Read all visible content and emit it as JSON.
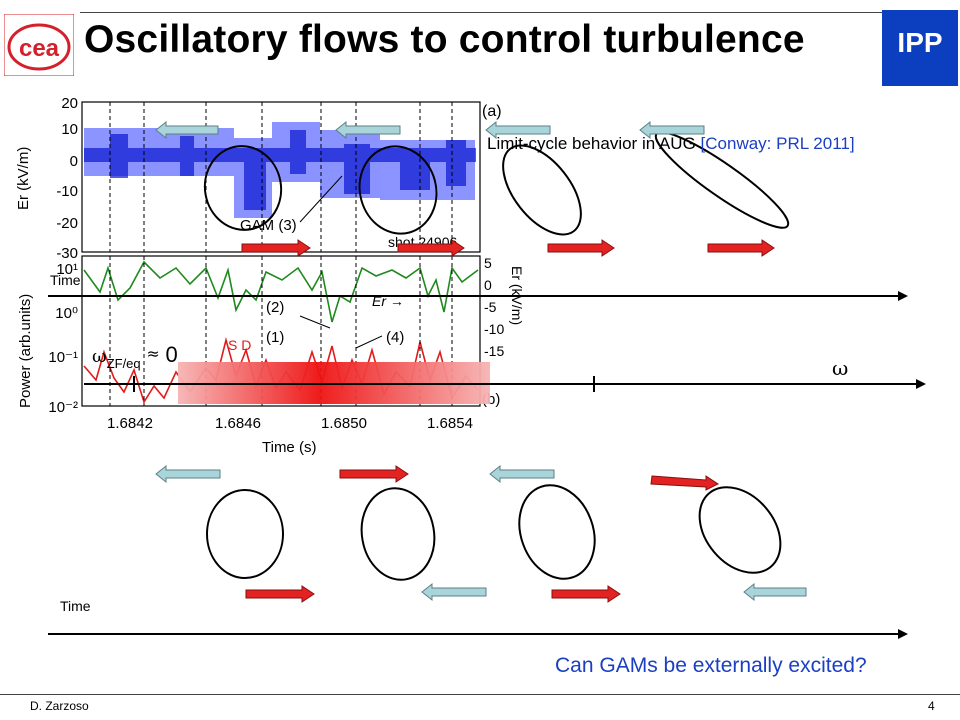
{
  "slide": {
    "title": "Oscillatory flows to control turbulence",
    "logos": {
      "left": "cea",
      "right": "IPP"
    },
    "limit_cycle": {
      "text": "Limit-cycle behavior in AUG ",
      "reference": "[Conway: PRL 2011]"
    },
    "time_label_top": "Time",
    "time_label_bottom": "Time",
    "omega_zf": {
      "symbol": "ω",
      "subscript": "ZF/eq",
      "approx": "≈",
      "value": "0"
    },
    "omega_axis_label": "ω",
    "question": "Can GAMs be externally excited?",
    "footer": {
      "author": "D. Zarzoso",
      "page": "4"
    },
    "colors": {
      "red_arrow": "#e32222",
      "blue_arrow": "#a9d4da",
      "question_text": "#1a3fc4",
      "ipp_blue": "#0b3fc0",
      "cea_red": "#d4202a"
    }
  },
  "figure": {
    "panel_a": {
      "panel_label": "(a)",
      "y_axis_label": "Er (kV/m)",
      "y_ticks": [
        "20",
        "10",
        "0",
        "-10",
        "-20",
        "-30"
      ],
      "annotation_gam": "GAM (3)",
      "annotation_shot": "shot 24906"
    },
    "panel_b": {
      "y_axis_label": "Power (arb.units)",
      "y_ticks": [
        "10¹",
        "10⁰",
        "10⁻¹",
        "10⁻²"
      ],
      "x_axis_label": "Time (s)",
      "x_ticks": [
        "1.6842",
        "1.6846",
        "1.6850",
        "1.6854"
      ],
      "right_axis_label": "Er (kV/m)",
      "right_ticks": [
        "5",
        "0",
        "-5",
        "-10",
        "-15"
      ],
      "annotations": [
        "(2)",
        "(1)",
        "(4)"
      ],
      "er_label": "Er →",
      "sd_label": "S D",
      "panel_label": "(b)"
    }
  }
}
